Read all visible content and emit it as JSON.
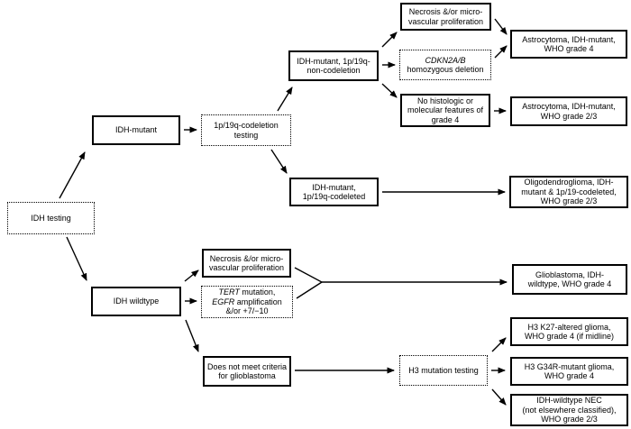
{
  "figure": {
    "description": "Flowchart of IDH testing algorithm for adult diffuse glioma classification",
    "colors": {
      "line": "#000000",
      "background": "#ffffff",
      "text": "#000000"
    }
  },
  "nodes": {
    "idh_testing": {
      "label": "IDH testing",
      "style": "dotted"
    },
    "idh_mutant": {
      "label": "IDH-mutant",
      "style": "solid"
    },
    "codeletion_testing": {
      "label": "1p/19q-codeletion\ntesting",
      "style": "dotted"
    },
    "non_codeletion": {
      "label": "IDH-mutant, 1p/19q-\nnon-codeletion",
      "style": "solid"
    },
    "necrosis_top": {
      "label": "Necrosis &/or micro-\nvascular proliferation",
      "style": "solid"
    },
    "cdkn2ab": {
      "line1_italic": "CDKN2A/B",
      "line2": "homozygous deletion",
      "style": "dotted"
    },
    "no_histologic": {
      "label": "No histologic or\nmolecular features of\ngrade 4",
      "style": "solid"
    },
    "astro_grade4": {
      "label": "Astrocytoma, IDH-mutant,\nWHO grade 4",
      "style": "solid"
    },
    "astro_grade23": {
      "label": "Astrocytoma, IDH-mutant,\nWHO grade 2/3",
      "style": "solid"
    },
    "idh_mutant_codeleted": {
      "label": "IDH-mutant,\n1p/19q-codeleted",
      "style": "solid"
    },
    "oligodendroglioma": {
      "label": "Oligodendroglioma, IDH-\nmutant & 1p/19-codeleted,\nWHO grade 2/3",
      "style": "solid"
    },
    "idh_wildtype": {
      "label": "IDH wildtype",
      "style": "solid"
    },
    "necrosis_bottom": {
      "label": "Necrosis &/or micro-\nvascular proliferation",
      "style": "solid"
    },
    "tert": {
      "line1_italic": "TERT",
      "line1_rest": " mutation,",
      "line2_italic": "EGFR",
      "line2_rest": " amplification",
      "line3": "&/or +7/−10",
      "style": "dotted"
    },
    "glioblastoma": {
      "label": "Glioblastoma, IDH-\nwildtype, WHO grade 4",
      "style": "solid"
    },
    "criteria": {
      "label": "Does not meet criteria\nfor glioblastoma",
      "style": "solid"
    },
    "h3_testing": {
      "label": "H3 mutation testing",
      "style": "dotted"
    },
    "h3_k27": {
      "label": "H3 K27-altered glioma,\nWHO grade 4 (if midline)",
      "style": "solid"
    },
    "h3_g34r": {
      "label": "H3 G34R-mutant glioma,\nWHO grade 4",
      "style": "solid"
    },
    "nec": {
      "label": "IDH-wildtype NEC\n(not elsewhere classified),\nWHO grade 2/3",
      "style": "solid"
    }
  },
  "edges": [
    {
      "from": "idh_testing",
      "to": "idh_mutant"
    },
    {
      "from": "idh_testing",
      "to": "idh_wildtype"
    },
    {
      "from": "idh_mutant",
      "to": "codeletion_testing"
    },
    {
      "from": "codeletion_testing",
      "to": "non_codeletion"
    },
    {
      "from": "codeletion_testing",
      "to": "idh_mutant_codeleted"
    },
    {
      "from": "non_codeletion",
      "to": "necrosis_top"
    },
    {
      "from": "non_codeletion",
      "to": "cdkn2ab"
    },
    {
      "from": "non_codeletion",
      "to": "no_histologic"
    },
    {
      "from": "necrosis_top",
      "to": "astro_grade4"
    },
    {
      "from": "cdkn2ab",
      "to": "astro_grade4"
    },
    {
      "from": "no_histologic",
      "to": "astro_grade23"
    },
    {
      "from": "idh_mutant_codeleted",
      "to": "oligodendroglioma"
    },
    {
      "from": "idh_wildtype",
      "to": "necrosis_bottom"
    },
    {
      "from": "idh_wildtype",
      "to": "tert"
    },
    {
      "from": "idh_wildtype",
      "to": "criteria"
    },
    {
      "from": "necrosis_bottom+tert",
      "to": "glioblastoma"
    },
    {
      "from": "criteria",
      "to": "h3_testing"
    },
    {
      "from": "h3_testing",
      "to": "h3_k27"
    },
    {
      "from": "h3_testing",
      "to": "h3_g34r"
    },
    {
      "from": "h3_testing",
      "to": "nec"
    }
  ]
}
